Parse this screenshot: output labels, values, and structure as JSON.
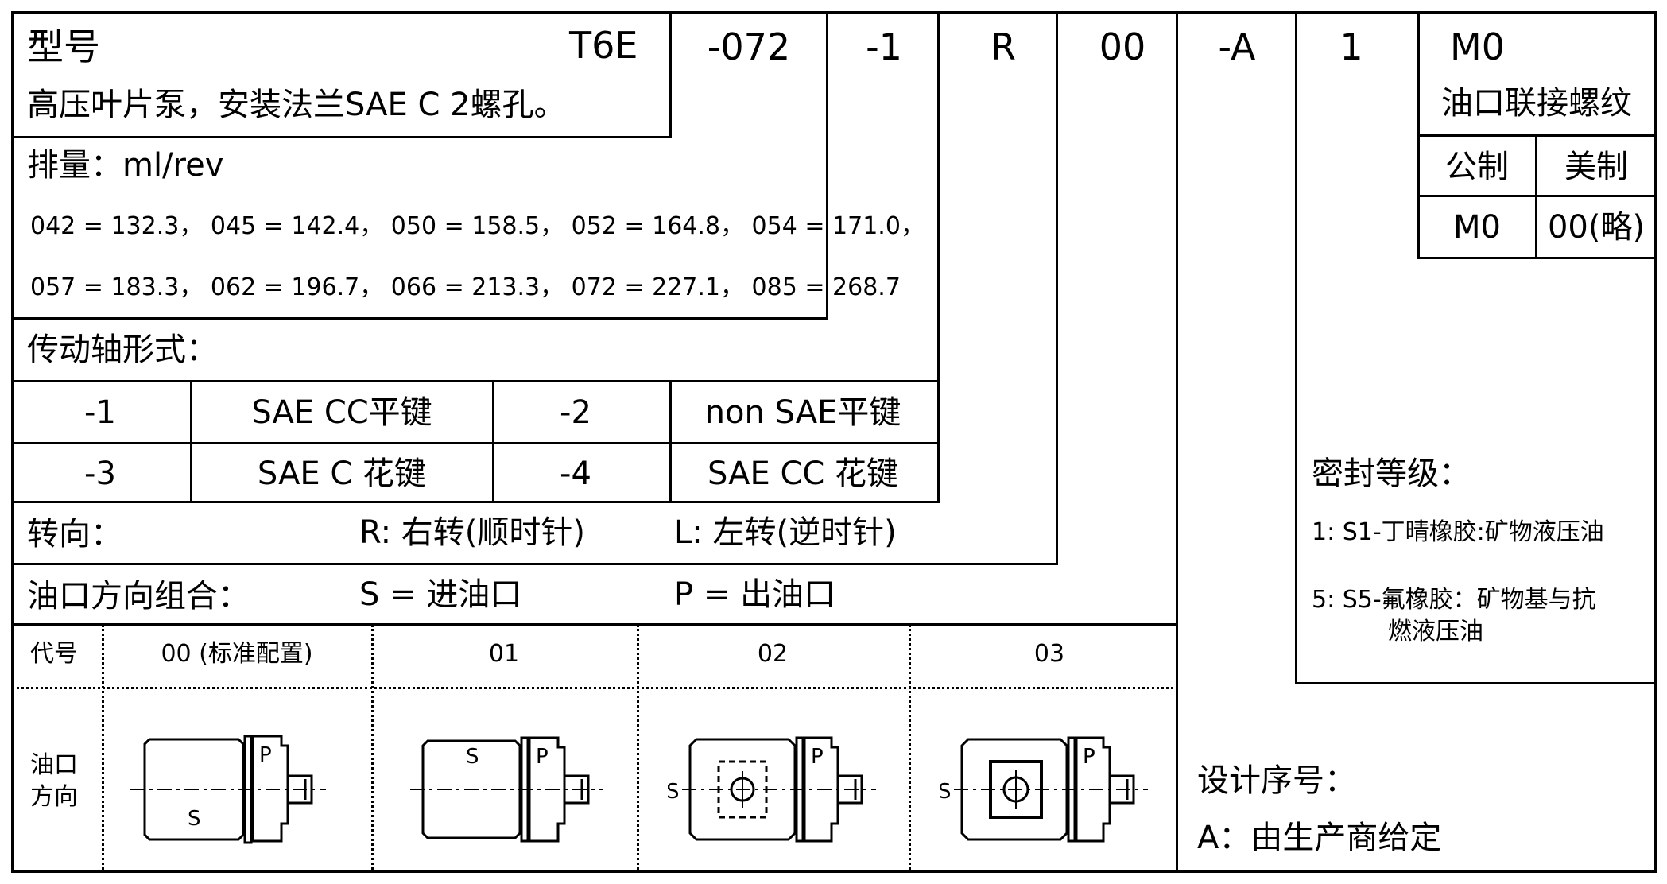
{
  "header": {
    "model_label": "型号",
    "model_code": "T6E",
    "description": "高压叶片泵，安装法兰SAE C 2螺孔。",
    "codes": [
      "-072",
      "-1",
      "R",
      "00",
      "-A",
      "1",
      "M0"
    ]
  },
  "displacement": {
    "label": "排量：ml/rev",
    "line1": "042 = 132.3，  045 = 142.4，  050 = 158.5，  052 = 164.8，  054 = 171.0，",
    "line2": "057 = 183.3，   062 = 196.7，   066 = 213.3，  072 = 227.1，  085 = 268.7"
  },
  "shaft": {
    "label": "传动轴形式：",
    "rows": [
      [
        {
          "code": "-1",
          "name": "SAE CC平键"
        },
        {
          "code": "-2",
          "name": "non SAE平键"
        }
      ],
      [
        {
          "code": "-3",
          "name": "SAE C  花键"
        },
        {
          "code": "-4",
          "name": "SAE CC  花键"
        }
      ]
    ]
  },
  "rotation": {
    "label": "转向：",
    "right": "R:  右转(顺时针)",
    "left": "L:   左转(逆时针)"
  },
  "ports": {
    "label": "油口方向组合：",
    "inlet": "S = 进油口",
    "outlet": "P = 出油口",
    "code_label": "代号",
    "dir_label_1": "油口",
    "dir_label_2": "方向",
    "options": [
      "00 (标准配置)",
      "01",
      "02",
      "03"
    ],
    "sym_s": "S",
    "sym_p": "P"
  },
  "thread": {
    "title": "油口联接螺纹",
    "metric_label": "公制",
    "imperial_label": "美制",
    "metric_code": "M0",
    "imperial_code": "00(略)"
  },
  "seal": {
    "title": "密封等级：",
    "opt1": "1: S1-丁晴橡胶:矿物液压油",
    "opt5_line1": "5: S5-氟橡胶：矿物基与抗",
    "opt5_line2": "燃液压油"
  },
  "design": {
    "title": "设计序号：",
    "value": "A：由生产商给定"
  }
}
